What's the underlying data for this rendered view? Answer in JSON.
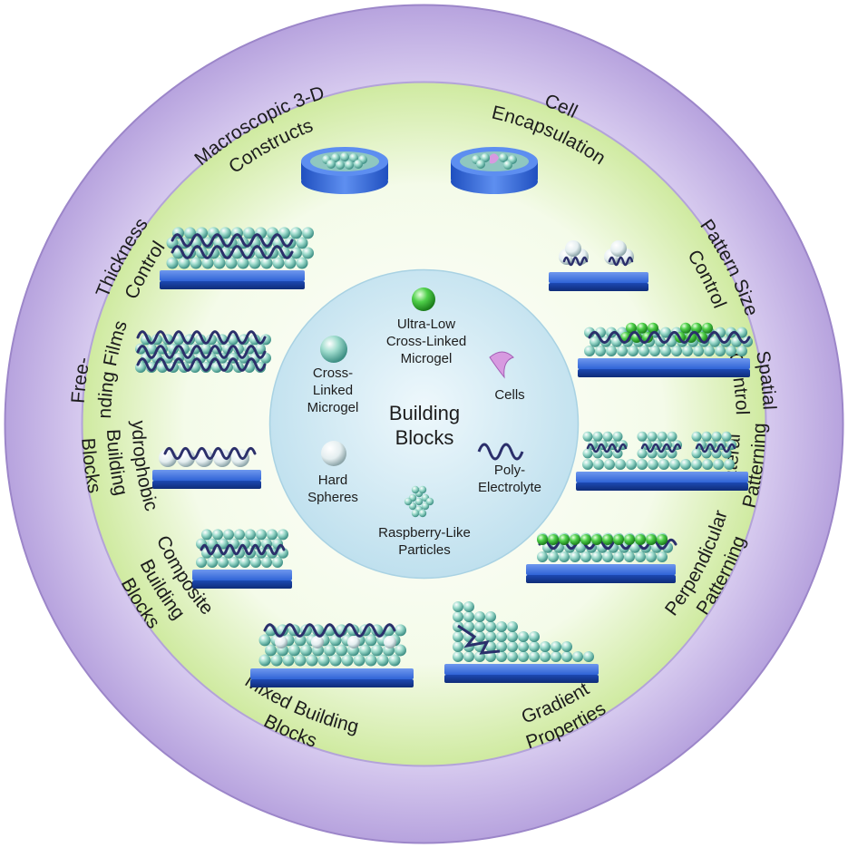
{
  "center": {
    "title_line1": "Building",
    "title_line2": "Blocks",
    "blocks": [
      {
        "name": "ultra-low-cross-linked-microgel",
        "lines": [
          "Ultra-Low",
          "Cross-Linked",
          "Microgel"
        ]
      },
      {
        "name": "cross-linked-microgel",
        "lines": [
          "Cross-",
          "Linked",
          "Microgel"
        ]
      },
      {
        "name": "cells",
        "lines": [
          "Cells"
        ]
      },
      {
        "name": "hard-spheres",
        "lines": [
          "Hard",
          "Spheres"
        ]
      },
      {
        "name": "poly-electrolyte",
        "lines": [
          "Poly-",
          "Electrolyte"
        ]
      },
      {
        "name": "raspberry-like-particles",
        "lines": [
          "Raspberry-Like",
          "Particles"
        ]
      }
    ]
  },
  "ring": {
    "labels": [
      {
        "name": "macroscopic-3d-constructs",
        "lines": [
          "Macroscopic 3-D",
          "Constructs"
        ]
      },
      {
        "name": "cell-encapsulation",
        "lines": [
          "Cell",
          "Encapsulation"
        ]
      },
      {
        "name": "pattern-size-control",
        "lines": [
          "Pattern Size",
          "Control"
        ]
      },
      {
        "name": "spatial-control",
        "lines": [
          "Spatial",
          "Control"
        ]
      },
      {
        "name": "lateral-patterning",
        "lines": [
          "Lateral",
          "Patterning"
        ]
      },
      {
        "name": "perpendicular-patterning",
        "lines": [
          "Perpendicular",
          "Patterning"
        ]
      },
      {
        "name": "gradient-properties",
        "lines": [
          "Gradient",
          "Properties"
        ]
      },
      {
        "name": "mixed-building-blocks",
        "lines": [
          "Mixed Building",
          "Blocks"
        ]
      },
      {
        "name": "composite-building-blocks",
        "lines": [
          "Composite",
          "Building",
          "Blocks"
        ]
      },
      {
        "name": "hydrophobic-building-blocks",
        "lines": [
          "Hydrophobic",
          "Building",
          "Blocks"
        ]
      },
      {
        "name": "free-standing-films",
        "lines": [
          "Free-",
          "Standing Films"
        ]
      },
      {
        "name": "thickness-control",
        "lines": [
          "Thickness",
          "Control"
        ]
      }
    ]
  },
  "colors": {
    "outer_ring": "#c9b8e8",
    "inner_disc": "#e6f5c8",
    "center_disc": "#cfe8f2",
    "substrate": "#2f63d6",
    "particle": "#8fd3c8",
    "polymer": "#2b2f6b",
    "ulc_microgel": "#3cc83c",
    "cell": "#c98ad6"
  }
}
